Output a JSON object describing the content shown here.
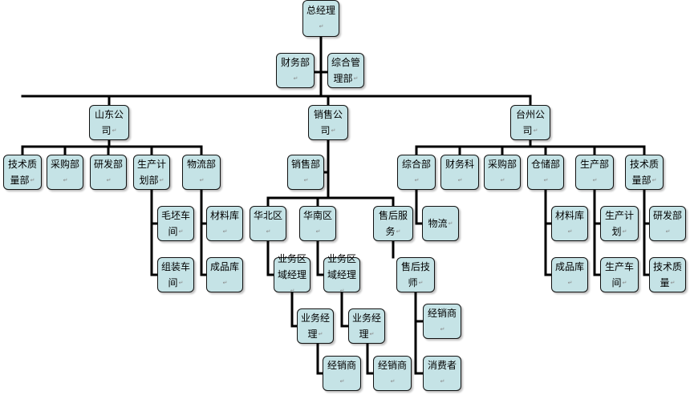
{
  "nodes": {
    "general_manager": "总经理",
    "finance_dept": "财务部",
    "general_admin_dept": "综合管理部",
    "shandong_company": "山东公司",
    "sales_company": "销售公司",
    "taizhou_company": "台州公司",
    "sd_tech_quality": "技术质量部",
    "sd_purchasing": "采购部",
    "sd_rnd": "研发部",
    "sd_production_planning": "生产计划部",
    "sd_logistics": "物流部",
    "sd_blank_workshop": "毛坯车间",
    "sd_assembly_workshop": "组装车间",
    "sd_materials_store": "材料库",
    "sd_finished_store": "成品库",
    "sales_dept": "销售部",
    "north_china": "华北区",
    "south_china": "华南区",
    "after_sales_service": "售后服务",
    "north_regional_manager": "业务区域经理",
    "south_regional_manager": "业务区域经理",
    "after_sales_technician": "售后技师",
    "north_business_manager": "业务经理",
    "south_business_manager": "业务经理",
    "north_distributor": "经销商",
    "south_distributor": "经销商",
    "after_sales_distributor": "经销商",
    "consumer": "消费者",
    "tz_general_dept": "综合部",
    "tz_logistics": "物流",
    "tz_finance": "财务科",
    "tz_purchasing": "采购部",
    "tz_warehouse": "仓储部",
    "tz_materials_store": "材料库",
    "tz_finished_store": "成品库",
    "tz_production": "生产部",
    "tz_production_planning": "生产计划",
    "tz_production_workshop": "生产车间",
    "tz_tech_quality_dept": "技术质量部",
    "tz_rnd": "研发部",
    "tz_tech_quality": "技术质量"
  },
  "colors": {
    "node_fill": "#c5e3e6",
    "node_border": "#111111",
    "connector": "#000000"
  }
}
